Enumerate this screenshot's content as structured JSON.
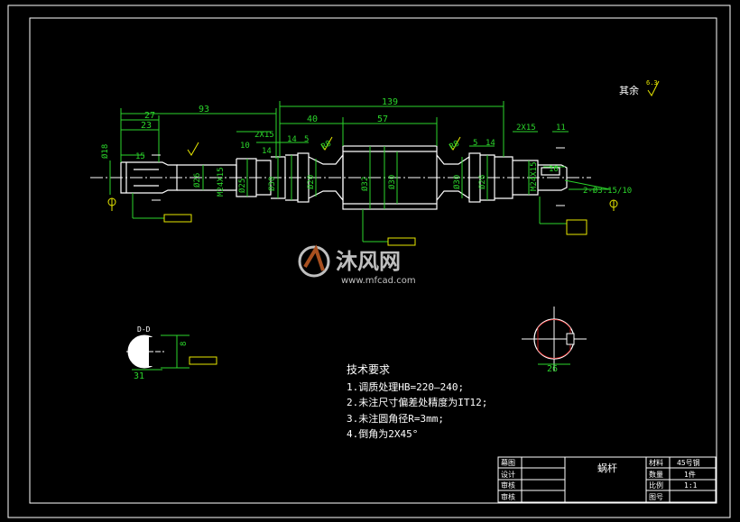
{
  "note_top_right": "其余",
  "roughness_value": "6.3",
  "dims": {
    "d93": "93",
    "d139": "139",
    "d27": "27",
    "d23": "23",
    "d40": "40",
    "d57": "57",
    "d15": "15",
    "d10": "10",
    "d14a": "14",
    "d14b": "14",
    "d5a": "5",
    "d5b": "5",
    "d14c": "14",
    "d2x15a": "2X15",
    "d2x15b": "2X15",
    "d11": "11",
    "d16": "16",
    "r8": "R8",
    "r8b": "R8",
    "m24a": "M24X15",
    "m24b": "M24X15",
    "d26": "Ø26",
    "d30": "Ø30",
    "d25": "Ø25",
    "d20": "Ø20",
    "d32": "Ø32",
    "d30b": "Ø30",
    "d30c": "Ø30",
    "d26b": "Ø26",
    "d2015": "2-Ø3.15/10",
    "d18": "Ø18"
  },
  "section_d": {
    "label": "D-D",
    "dim_31": "31",
    "dim_8": "8"
  },
  "section_c": {
    "dim_26": "26"
  },
  "watermark": {
    "brand": "沐风网",
    "url": "www.mfcad.com"
  },
  "tech": {
    "title": "技术要求",
    "items": [
      "1.调质处理HB=220—240;",
      "2.未注尺寸偏差处精度为IT12;",
      "3.未注圆角径R=3mm;",
      "4.倒角为2X45°"
    ]
  },
  "title_block": {
    "r1c1": "幕图",
    "r2c1": "设计",
    "r3c1": "审核",
    "r4c1": "审核",
    "part_name": "蜗杆",
    "mat_label": "材料",
    "mat_value": "45号钢",
    "qty_label": "数量",
    "qty_value": "1件",
    "scale_label": "比例",
    "scale_value": "1:1",
    "num_label": "图号",
    "num_value": ""
  }
}
